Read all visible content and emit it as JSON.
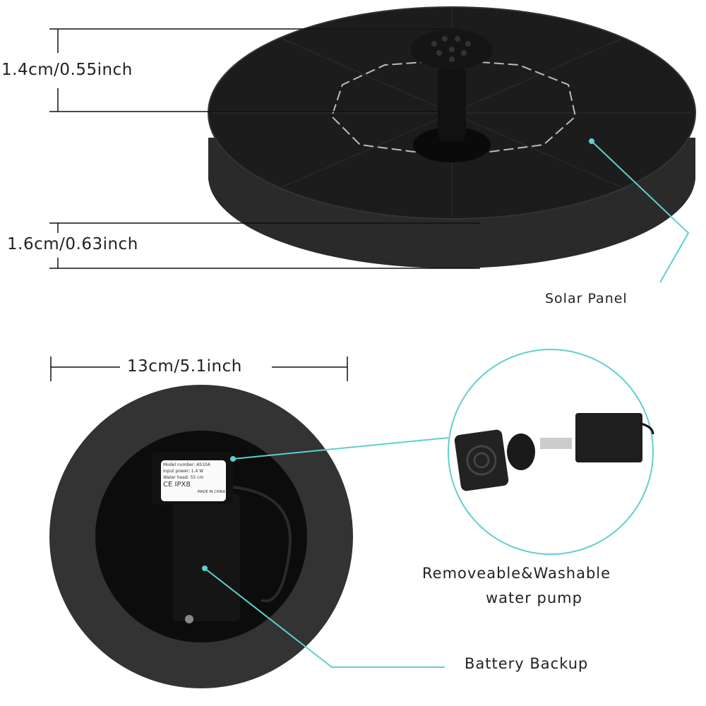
{
  "dimensions": {
    "top_height": "1.4cm/0.55inch",
    "base_height": "1.6cm/0.63inch",
    "diameter": "13cm/5.1inch"
  },
  "callouts": {
    "solar_panel": "Solar Panel",
    "pump_line1": "Removeable&Washable",
    "pump_line2": "water pump",
    "battery": "Battery Backup"
  },
  "label_plate": {
    "model_label": "Model number:",
    "model_value": "AS10A",
    "power_label": "Input power:",
    "power_value": "1.4 W",
    "head_label": "Water head:",
    "head_value": "55 cm",
    "ce": "CE",
    "ip": "IPX8",
    "origin": "MADE IN CHINA"
  },
  "colors": {
    "accent": "#5fcfcf",
    "device": "#1a1a1a"
  }
}
